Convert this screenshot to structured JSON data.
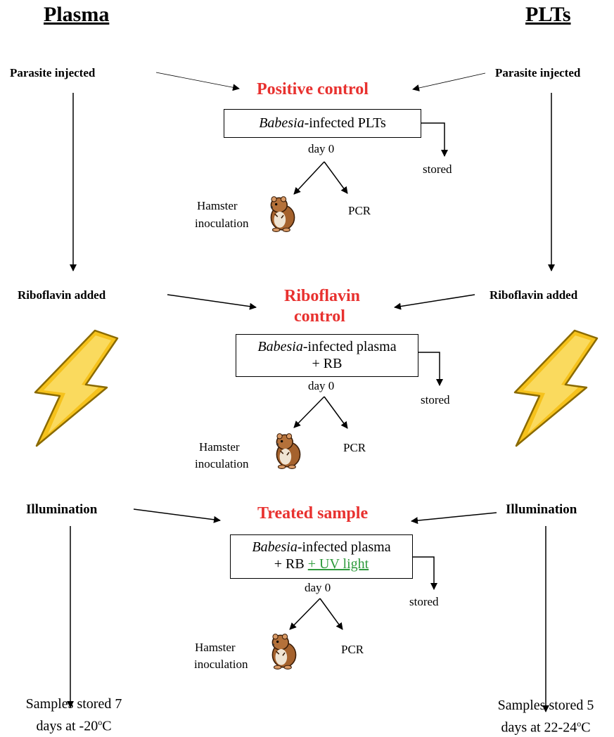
{
  "headers": {
    "left": "Plasma",
    "right": "PLTs"
  },
  "steps": {
    "left_parasite": "Parasite  injected",
    "right_parasite": "Parasite  injected",
    "left_riboflavin": "Riboflavin   added",
    "right_riboflavin": "Riboflavin   added",
    "left_illumination": "Illumination",
    "right_illumination": "Illumination"
  },
  "sections": [
    {
      "title_lines": [
        "Positive control"
      ],
      "box_italic": "Babesia",
      "box_line1": "-infected PLTs",
      "box_line2_prefix": "",
      "box_line2_green": "",
      "day": "day 0",
      "stored": "stored",
      "hamster_line1": "Hamster",
      "hamster_line2": "inoculation",
      "pcr": "PCR"
    },
    {
      "title_lines": [
        "Riboflavin",
        "control"
      ],
      "box_italic": "Babesia",
      "box_line1": "-infected plasma",
      "box_line2_prefix": "+ RB",
      "box_line2_green": "",
      "day": "day 0",
      "stored": "stored",
      "hamster_line1": "Hamster",
      "hamster_line2": "inoculation",
      "pcr": "PCR"
    },
    {
      "title_lines": [
        "Treated sample"
      ],
      "box_italic": "Babesia",
      "box_line1": "-infected plasma",
      "box_line2_prefix": "+ RB ",
      "box_line2_green": "+ UV light",
      "day": "day 0",
      "stored": "stored",
      "hamster_line1": "Hamster",
      "hamster_line2": "inoculation",
      "pcr": "PCR"
    }
  ],
  "endings": {
    "left_line1": "Samples stored 7",
    "left_line2_pre": "days at -20",
    "left_line2_sup": "o",
    "left_line2_post": "C",
    "right_line1": "Samples stored 5",
    "right_line2_pre": "days at 22-24",
    "right_line2_sup": "o",
    "right_line2_post": "C"
  },
  "icons": {
    "hamster": "hamster-icon",
    "lightning": "lightning-bolt-icon"
  },
  "colors": {
    "title_red": "#e8312f",
    "uv_green": "#2e9a3c",
    "bolt_yellow": "#f6c21c",
    "hamster_brown": "#a5622d"
  }
}
